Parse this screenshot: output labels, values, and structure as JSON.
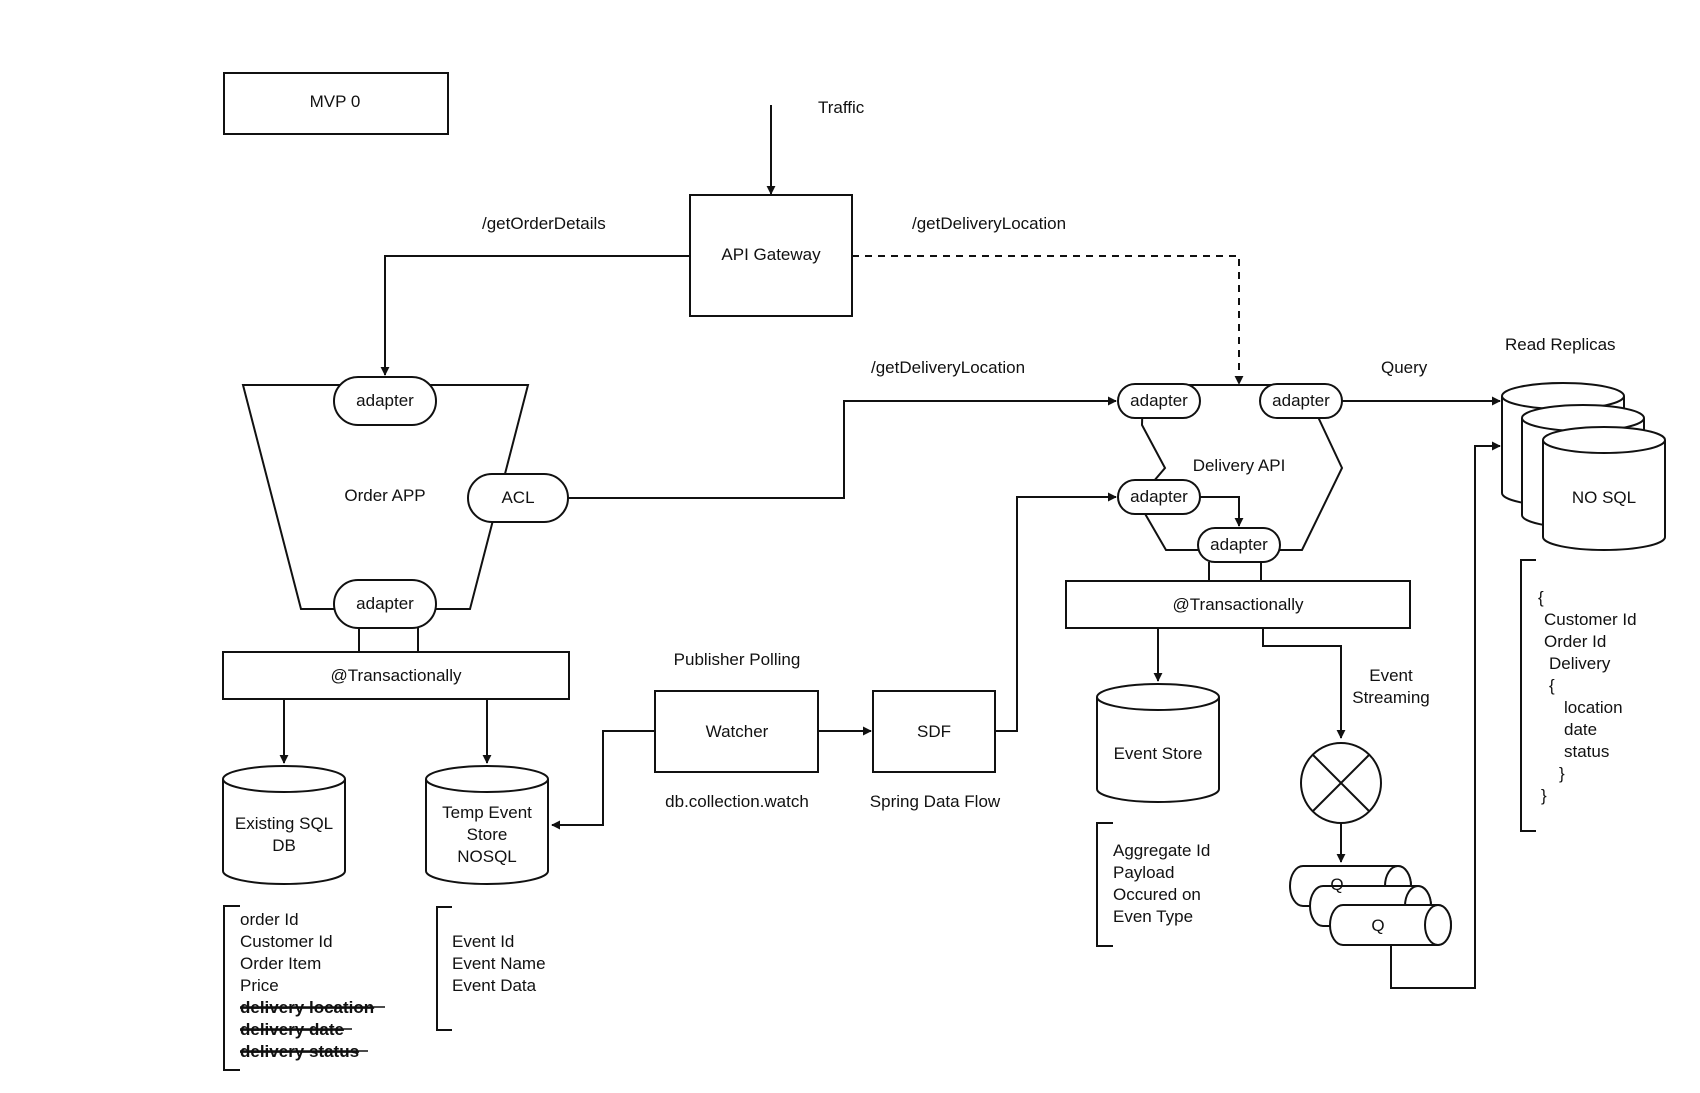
{
  "diagram": {
    "mvp_label": "MVP 0",
    "traffic_label": "Traffic",
    "api_gateway": "API Gateway",
    "route_get_order_details": "/getOrderDetails",
    "route_get_delivery_location_gateway": "/getDeliveryLocation",
    "route_get_delivery_location_acl": "/getDeliveryLocation",
    "query_label": "Query",
    "read_replicas_label": "Read Replicas",
    "order_app": {
      "title": "Order APP",
      "adapter_top": "adapter",
      "adapter_bottom": "adapter",
      "acl": "ACL",
      "transactionally": "@Transactionally"
    },
    "existing_sql_db": {
      "line1": "Existing SQL",
      "line2": "DB"
    },
    "temp_event_store": {
      "line1": "Temp Event",
      "line2": "Store",
      "line3": "NOSQL"
    },
    "order_fields": [
      "order Id",
      "Customer Id",
      "Order Item",
      "Price"
    ],
    "order_fields_struck": [
      "delivery location",
      "delivery date",
      "delivery status"
    ],
    "temp_event_fields": [
      "Event Id",
      "Event Name",
      "Event Data"
    ],
    "publisher_polling": "Publisher Polling",
    "watcher": "Watcher",
    "watcher_caption": "db.collection.watch",
    "sdf": "SDF",
    "sdf_caption": "Spring Data Flow",
    "delivery_api": {
      "title": "Delivery API",
      "adapter_top_left": "adapter",
      "adapter_top_right": "adapter",
      "adapter_mid": "adapter",
      "adapter_bottom": "adapter",
      "transactionally": "@Transactionally"
    },
    "event_store": "Event Store",
    "event_store_fields": [
      "Aggregate Id",
      "Payload",
      "Occured on",
      "Even Type"
    ],
    "event_streaming": {
      "line1": "Event",
      "line2": "Streaming"
    },
    "queue_label": "Q",
    "queue_back_label": "Q",
    "nosql": "NO SQL",
    "replica_fields": [
      "{",
      "Customer Id",
      "Order Id",
      "Delivery",
      "{",
      "location",
      "date",
      "status",
      "}",
      "}"
    ]
  }
}
